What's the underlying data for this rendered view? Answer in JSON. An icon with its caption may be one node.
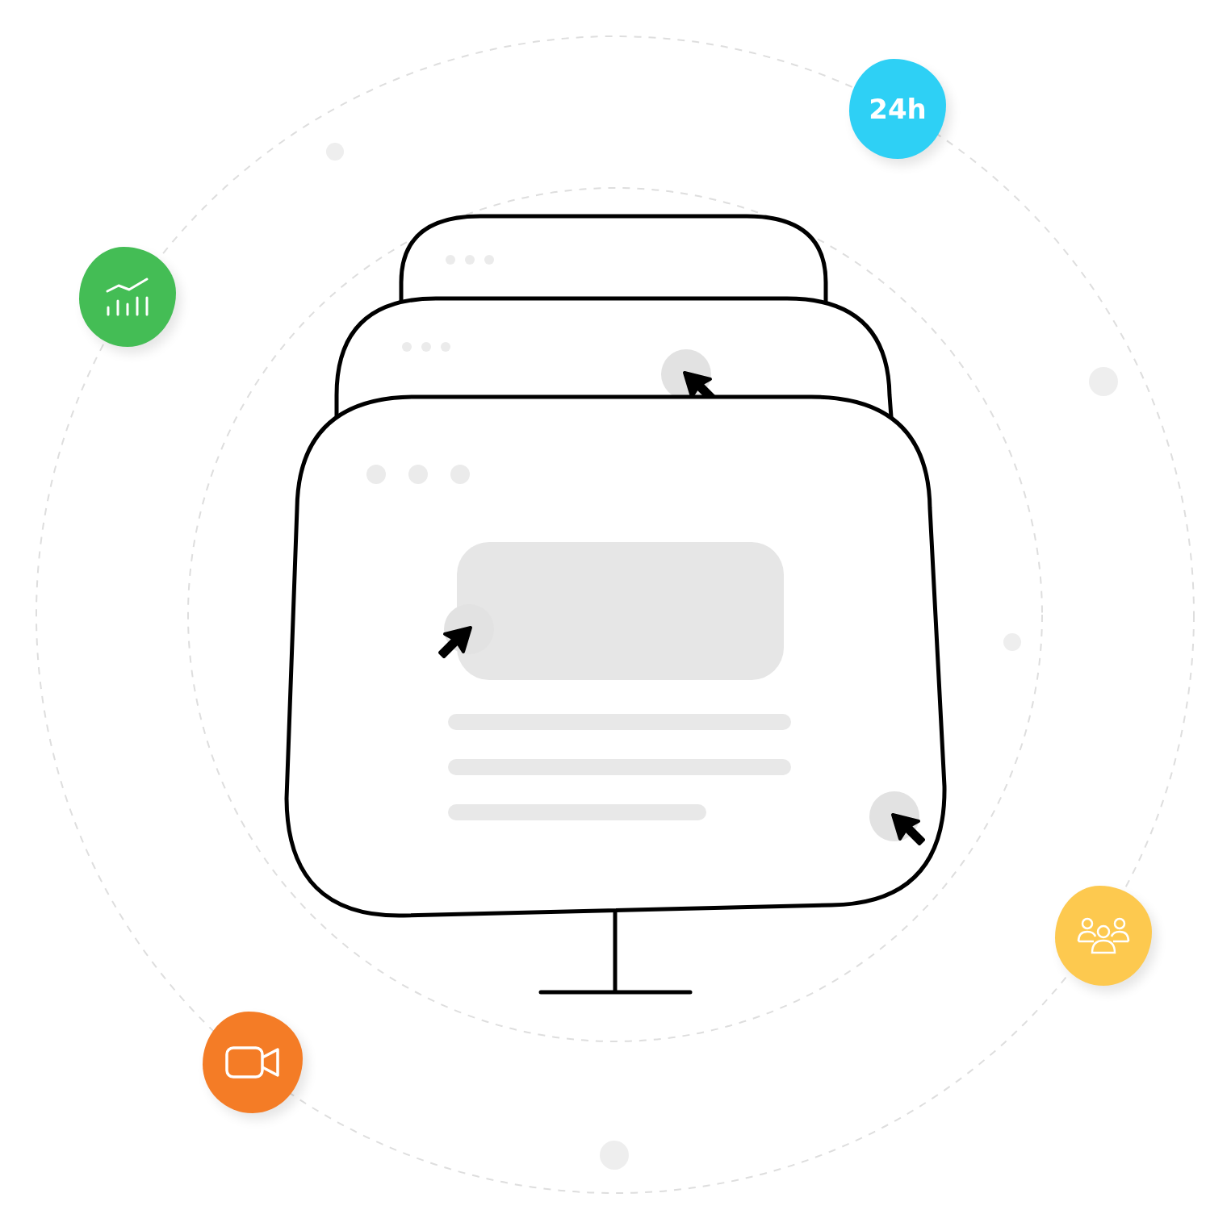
{
  "diagram": {
    "nodes": [
      {
        "text": [
          "24h"
        ]
      },
      {
        "text": [],
        "shape": "circle"
      },
      {
        "text": [],
        "shape": "circle"
      },
      {
        "text": [],
        "shape": "circle"
      }
    ]
  }
}
